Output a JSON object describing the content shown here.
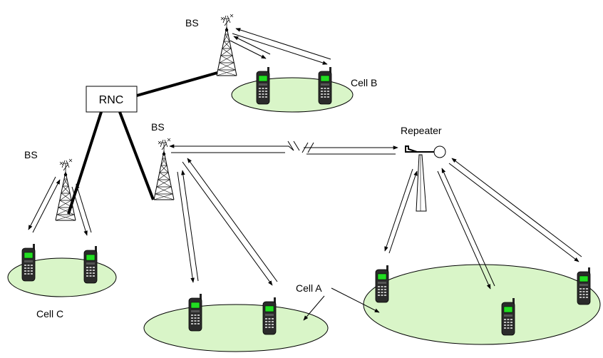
{
  "labels": {
    "bs_top": "BS",
    "bs_mid": "BS",
    "bs_left": "BS",
    "rnc": "RNC",
    "cell_b": "Cell B",
    "cell_a": "Cell A",
    "cell_c": "Cell C",
    "repeater": "Repeater"
  },
  "colors": {
    "cell_fill": "#d9f5c8",
    "phone_screen": "#22dd22",
    "line": "#000000"
  },
  "icons": [
    "antenna-tower-icon",
    "mobile-phone-icon",
    "repeater-icon",
    "signal-break-icon"
  ]
}
